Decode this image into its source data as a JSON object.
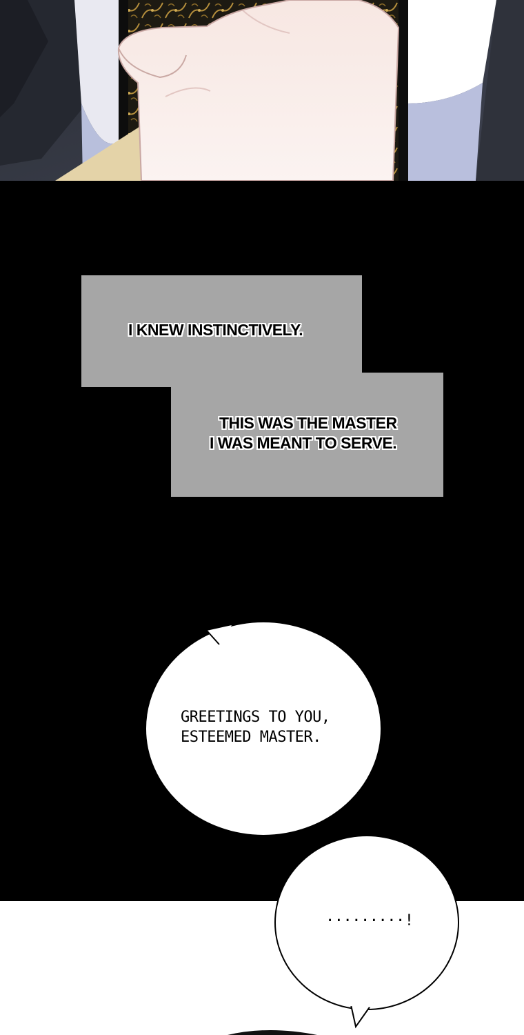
{
  "panels": {
    "narration_1": {
      "text": "I KNEW INSTINCTIVELY."
    },
    "narration_2": {
      "line_1": "THIS WAS THE MASTER",
      "line_2": "I WAS MEANT TO SERVE."
    },
    "speech_1": {
      "line_1": "GREETINGS TO YOU,",
      "line_2": "ESTEEMED MASTER."
    },
    "speech_2": {
      "text": "·········!"
    }
  },
  "colors": {
    "gutter": "#000000",
    "narration_box": "#a6a6a6",
    "bubble_fill": "#ffffff",
    "bubble_stroke": "#000000"
  }
}
